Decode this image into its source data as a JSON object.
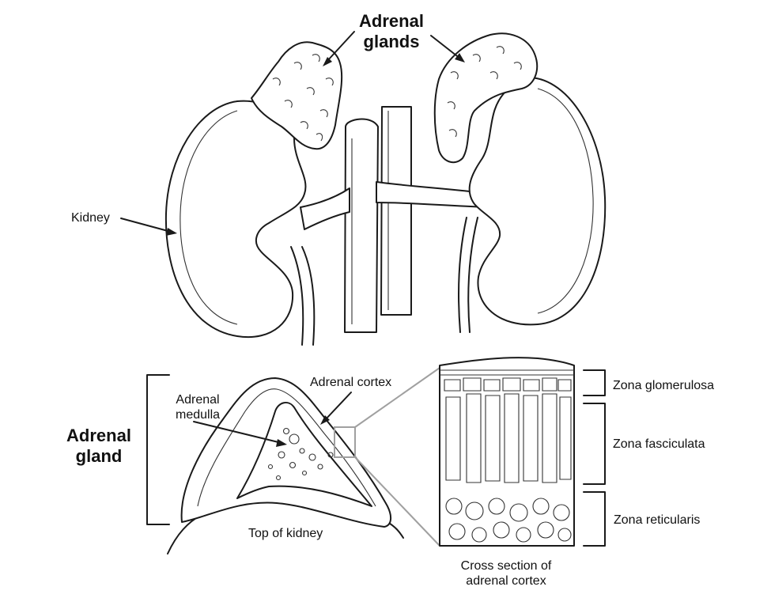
{
  "labels": {
    "adrenal_glands_line1": "Adrenal",
    "adrenal_glands_line2": "glands",
    "kidney": "Kidney",
    "adrenal_medulla_line1": "Adrenal",
    "adrenal_medulla_line2": "medulla",
    "adrenal_cortex": "Adrenal cortex",
    "adrenal_gland_line1": "Adrenal",
    "adrenal_gland_line2": "gland",
    "top_of_kidney": "Top of kidney",
    "zona_glomerulosa": "Zona glomerulosa",
    "zona_fasciculata": "Zona fasciculata",
    "zona_reticularis": "Zona reticularis",
    "cross_section_line1": "Cross section of",
    "cross_section_line2": "adrenal cortex"
  },
  "colors": {
    "ink": "#1a1a1a",
    "connector_gray": "#a0a0a0",
    "background": "#ffffff"
  }
}
